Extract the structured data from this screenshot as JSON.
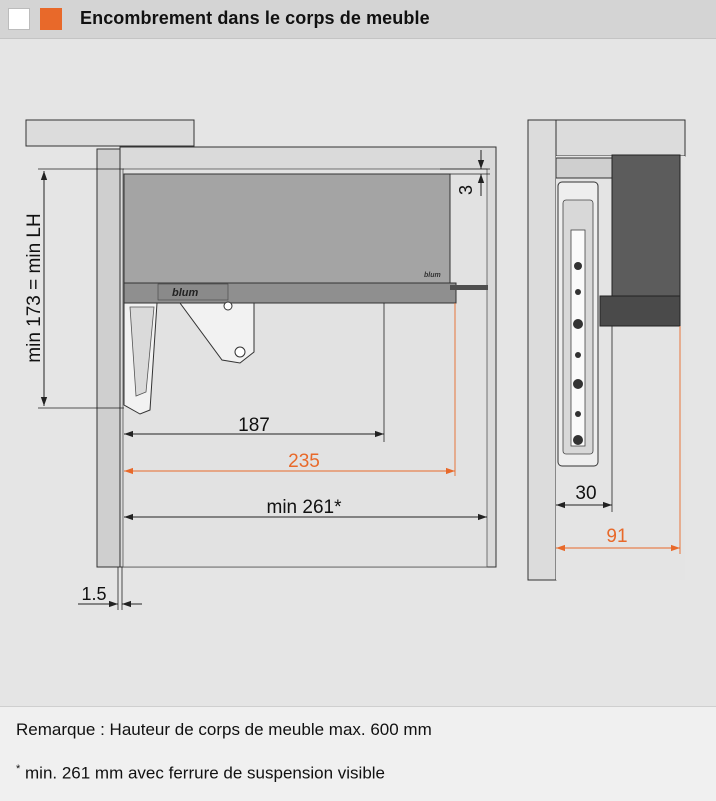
{
  "header": {
    "title": "Encombrement dans le corps de meuble",
    "swatch_colors": [
      "#ffffff",
      "#e8692a"
    ]
  },
  "colors": {
    "accent": "#e8692a",
    "line": "#222222",
    "lift_body": "#a4a4a4",
    "lift_dark": "#5a5a5a"
  },
  "left_view": {
    "brand_label": "blum",
    "dims": {
      "height": "min 173 = min LH",
      "top_gap": "3",
      "d187": "187",
      "d235": "235",
      "dmin261": "min 261*",
      "d1_5": "1.5"
    }
  },
  "right_view": {
    "dims": {
      "d30": "30",
      "d91": "91"
    }
  },
  "footer": {
    "remark": "Remarque : Hauteur de corps de meuble max. 600 mm",
    "footnote_mark": "*",
    "footnote": " min. 261 mm avec ferrure de suspension visible"
  }
}
